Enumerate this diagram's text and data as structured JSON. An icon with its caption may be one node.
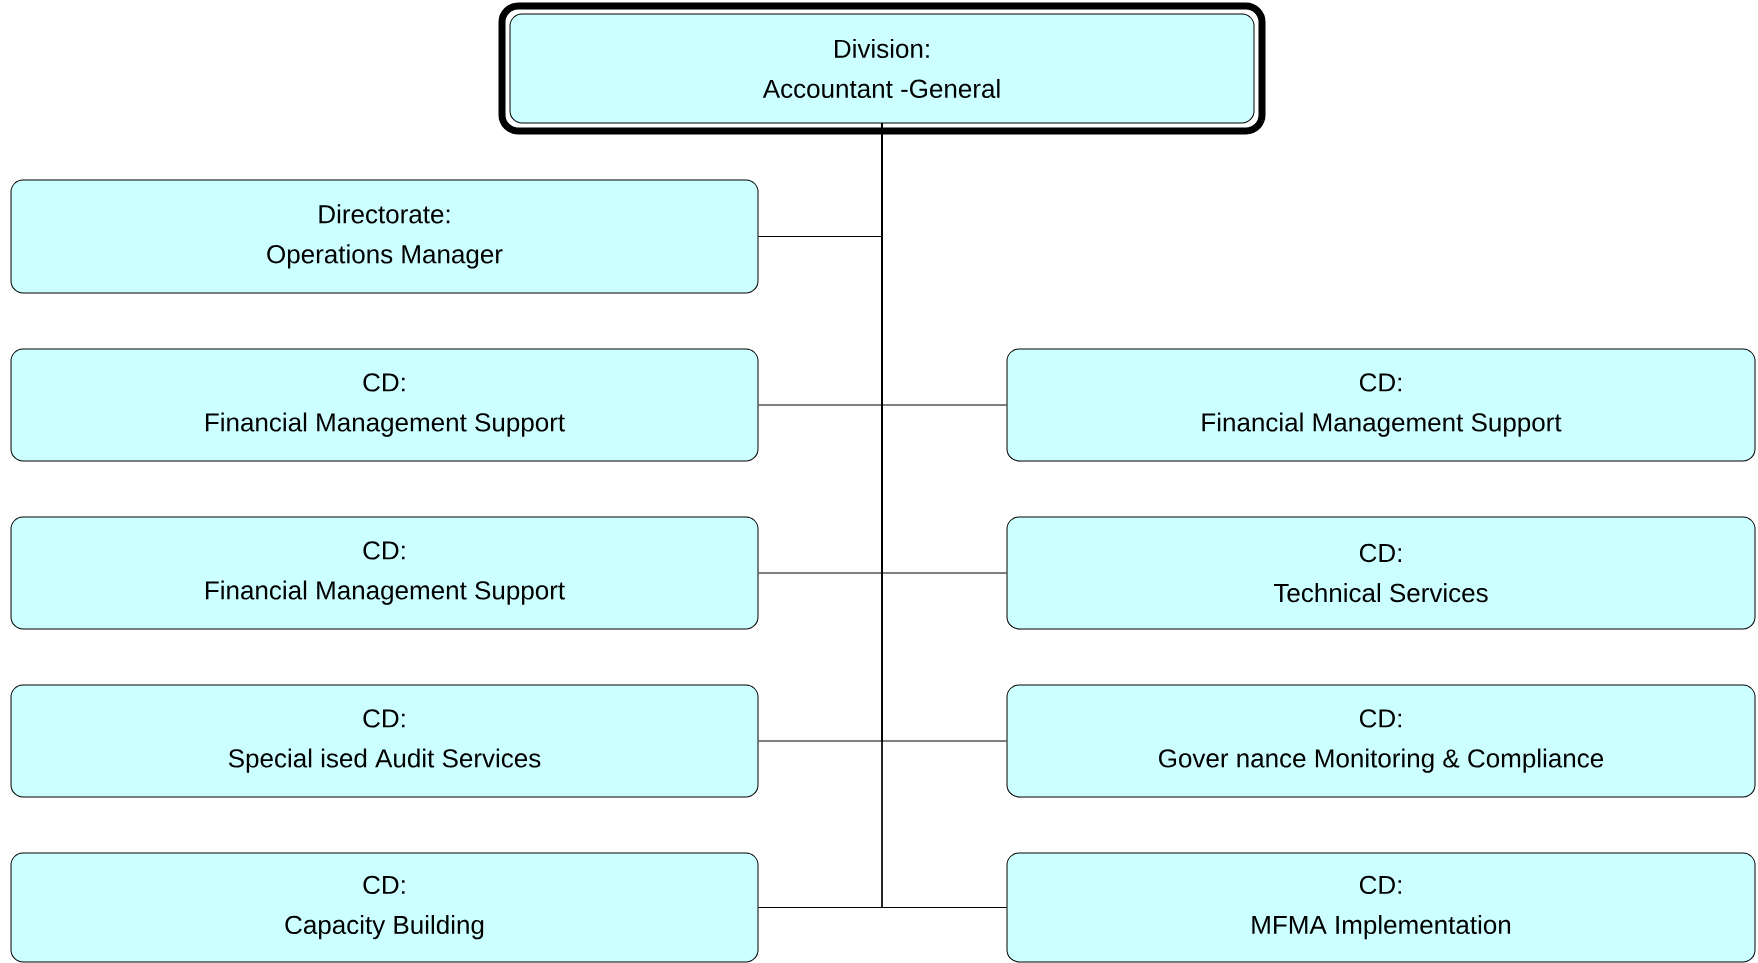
{
  "diagram": {
    "nodes": [
      {
        "text": [
          "Division:",
          "Accountant -General"
        ]
      },
      {
        "text": [
          "Directorate:",
          "Operations Manager"
        ]
      },
      {
        "text": [
          "CD:",
          "Financial Management Support"
        ]
      },
      {
        "text": [
          "CD:",
          "Financial Management Support"
        ]
      },
      {
        "text": [
          "CD:",
          "Financial Management Support"
        ]
      },
      {
        "text": [
          "CD:",
          "Technical Services"
        ]
      },
      {
        "text": [
          "CD:",
          "Special ised Audit Services"
        ]
      },
      {
        "text": [
          "CD:",
          "Gover nance Monitoring & Compliance"
        ]
      },
      {
        "text": [
          "CD:",
          "Capacity Building"
        ]
      },
      {
        "text": [
          "CD:",
          "MFMA Implementation"
        ]
      }
    ],
    "edges": [
      {
        "from": 0,
        "to": 1,
        "arrow": "none"
      },
      {
        "from": 0,
        "to": 2,
        "arrow": "none"
      },
      {
        "from": 0,
        "to": 3,
        "arrow": "none"
      },
      {
        "from": 0,
        "to": 4,
        "arrow": "none"
      },
      {
        "from": 0,
        "to": 5,
        "arrow": "none"
      },
      {
        "from": 0,
        "to": 6,
        "arrow": "none"
      },
      {
        "from": 0,
        "to": 7,
        "arrow": "none"
      },
      {
        "from": 0,
        "to": 8,
        "arrow": "none"
      },
      {
        "from": 0,
        "to": 9,
        "arrow": "none"
      }
    ]
  }
}
